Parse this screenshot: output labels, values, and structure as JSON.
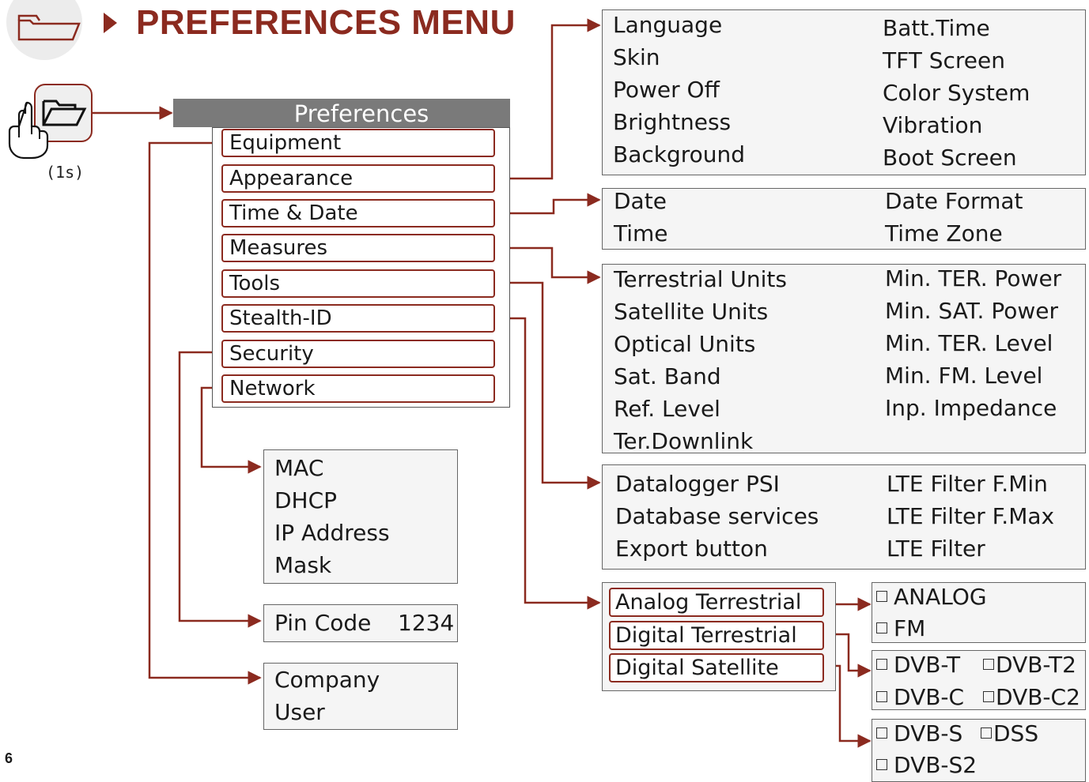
{
  "title": "PREFERENCES MENU",
  "press_label": "(1s)",
  "preferences_header": "Preferences",
  "menu_items": [
    "Equipment",
    "Appearance",
    "Time & Date",
    "Measures",
    "Tools",
    "Stealth-ID",
    "Security",
    "Network"
  ],
  "appearance": {
    "left": [
      "Language",
      "Skin",
      "Power Off",
      "Brightness",
      "Background"
    ],
    "right": [
      "Batt.Time",
      "TFT Screen",
      "Color System",
      "Vibration",
      "Boot Screen"
    ]
  },
  "time_date": {
    "left": [
      "Date",
      "Time"
    ],
    "right": [
      "Date Format",
      "Time Zone"
    ]
  },
  "measures": {
    "left": [
      "Terrestrial Units",
      "Satellite Units",
      "Optical Units",
      "Sat. Band",
      "Ref. Level",
      "Ter.Downlink"
    ],
    "right": [
      "Min. TER. Power",
      "Min. SAT. Power",
      "Min. TER. Level",
      "Min. FM. Level",
      "Inp. Impedance"
    ]
  },
  "tools": {
    "left": [
      "Datalogger PSI",
      "Database services",
      "Export button"
    ],
    "right": [
      "LTE Filter F.Min",
      "LTE Filter F.Max",
      "LTE Filter"
    ]
  },
  "network": [
    "MAC",
    "DHCP",
    "IP Address",
    "Mask"
  ],
  "security": {
    "label": "Pin Code",
    "value": "1234"
  },
  "equipment": [
    "Company",
    "User"
  ],
  "stealth_items": [
    "Analog Terrestrial",
    "Digital Terrestrial",
    "Digital Satellite"
  ],
  "analog_options": [
    "ANALOG",
    "FM"
  ],
  "digital_ter_options": [
    "DVB-T",
    "DVB-T2",
    "DVB-C",
    "DVB-C2"
  ],
  "digital_sat_options": [
    "DVB-S",
    "DSS",
    "DVB-S2"
  ],
  "page_number": "6",
  "colors": {
    "accent": "#8b2a1f",
    "header_gray": "#7a7a7a",
    "box_bg": "#f5f5f5"
  }
}
